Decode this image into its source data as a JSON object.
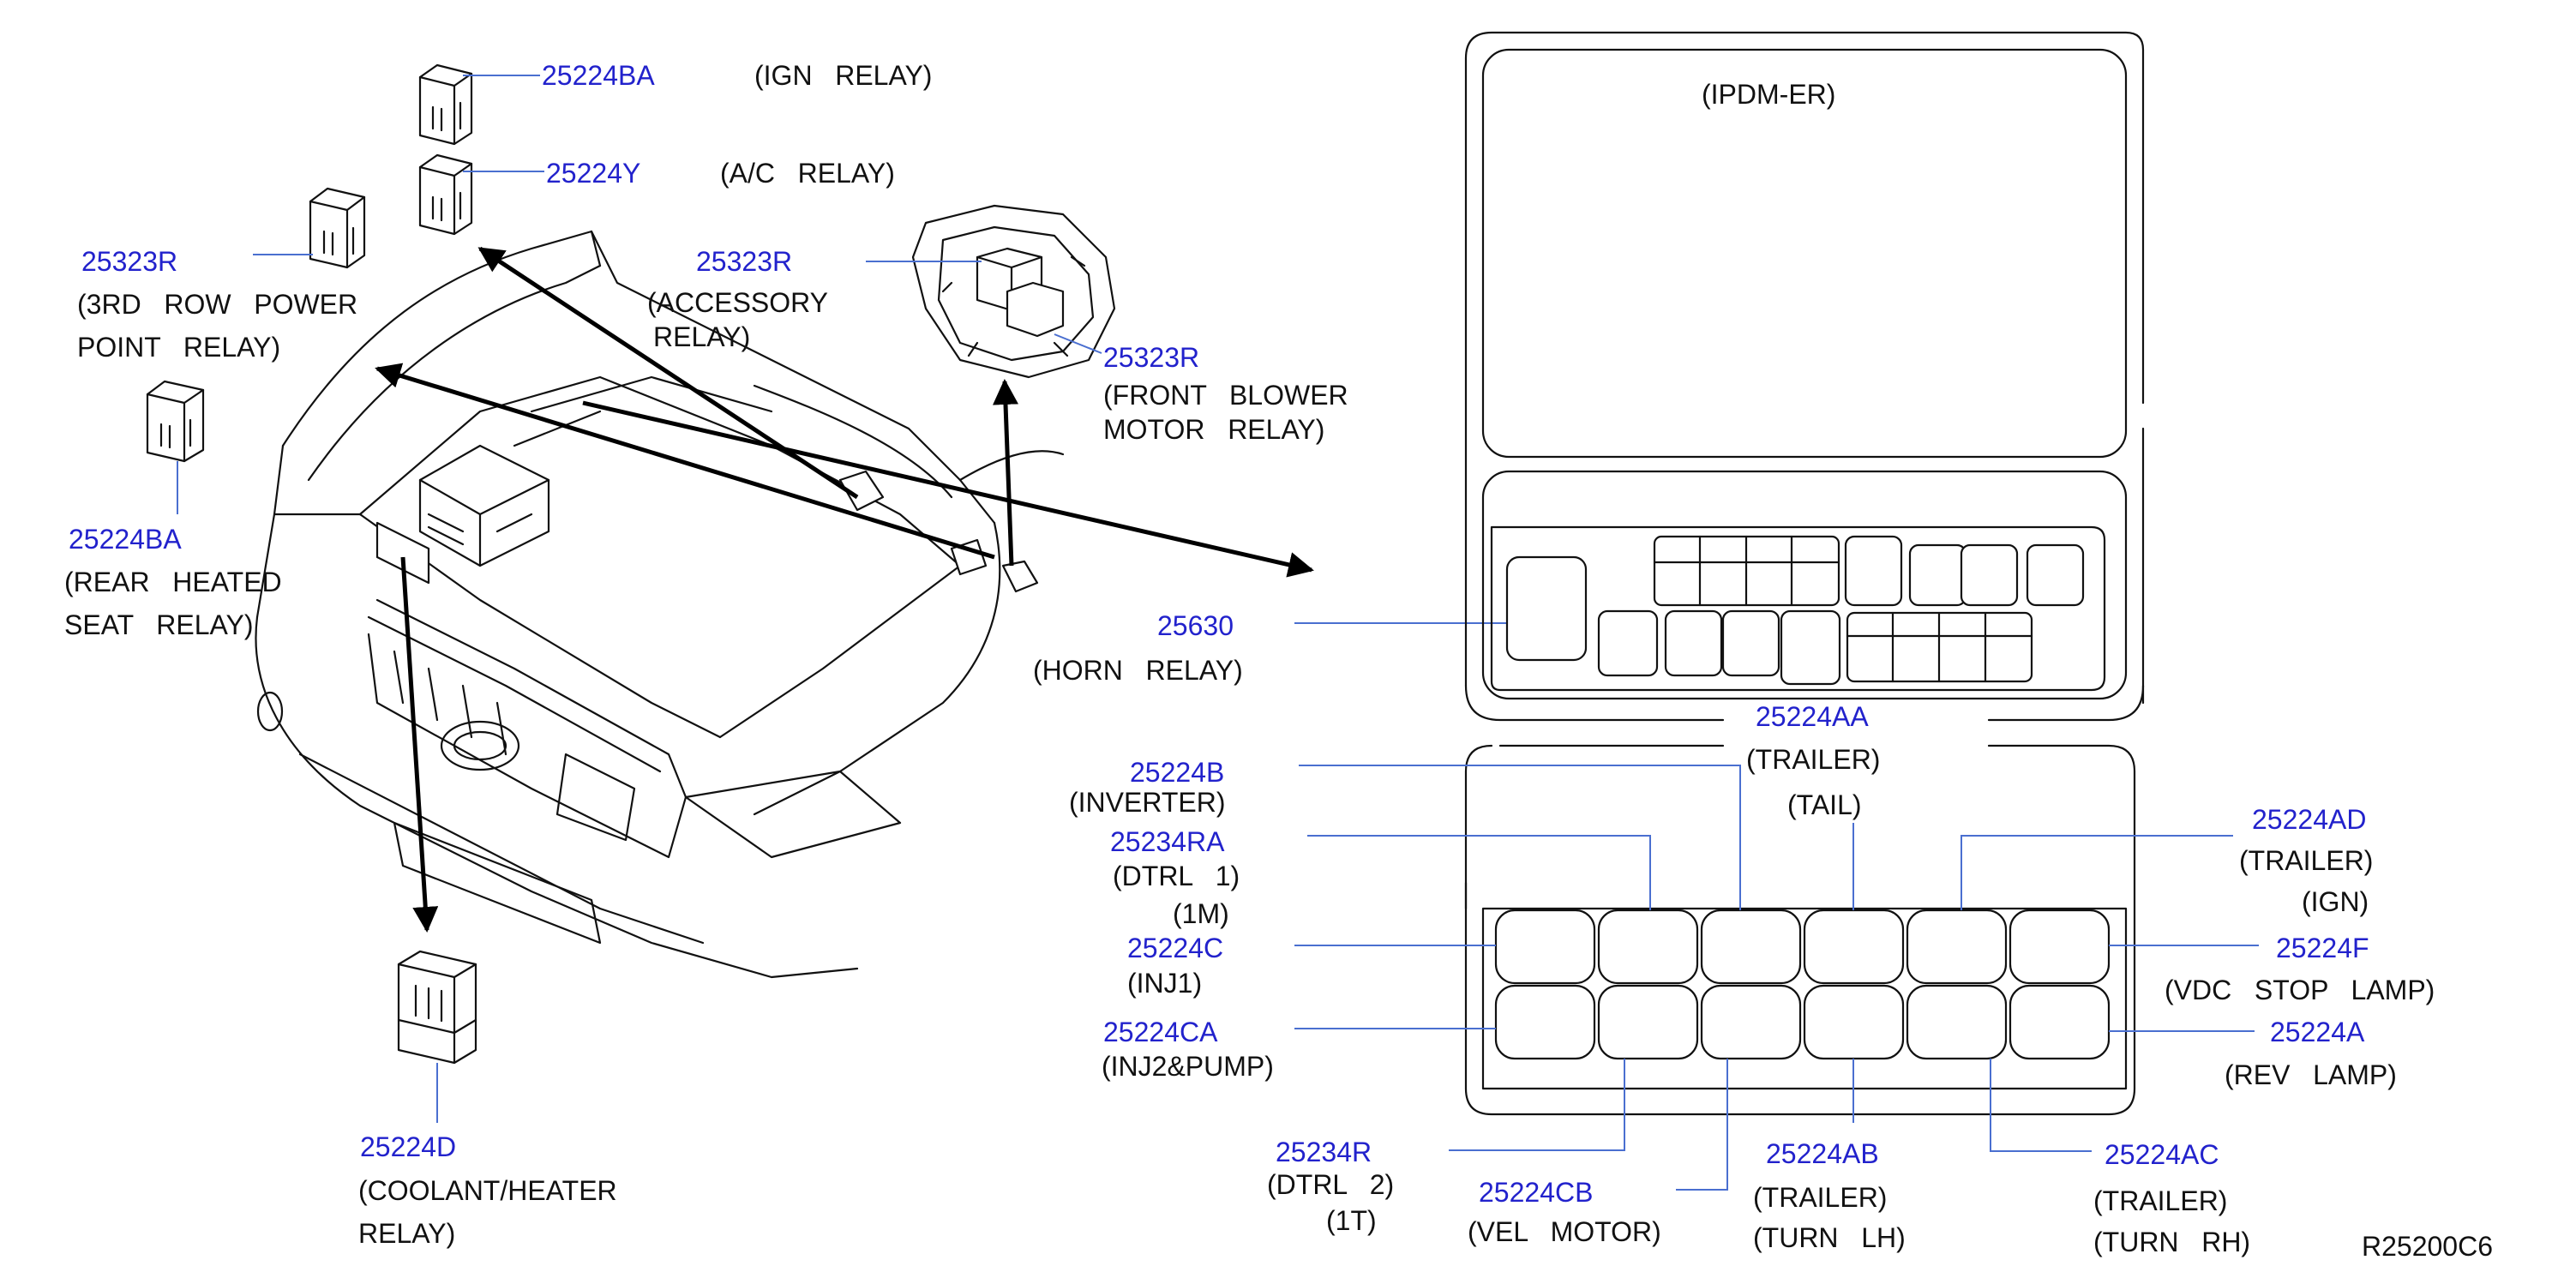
{
  "diagram": {
    "reference_code": "R25200C6",
    "ipdm_label": "(IPDM-ER)",
    "callouts": {
      "ign_relay": {
        "part": "25224BA",
        "desc": [
          "(IGN   RELAY)"
        ]
      },
      "ac_relay": {
        "part": "25224Y",
        "desc": [
          "(A/C   RELAY)"
        ]
      },
      "third_row_power_point_relay": {
        "part": "25323R",
        "desc": [
          "(3RD   ROW   POWER",
          "POINT   RELAY)"
        ]
      },
      "accessory_relay": {
        "part": "25323R",
        "desc": [
          "(ACCESSORY",
          "RELAY)"
        ]
      },
      "front_blower_motor_relay": {
        "part": "25323R",
        "desc": [
          "(FRONT   BLOWER",
          "MOTOR   RELAY)"
        ]
      },
      "rear_heated_seat_relay": {
        "part": "25224BA",
        "desc": [
          "(REAR   HEATED",
          "SEAT   RELAY)"
        ]
      },
      "horn_relay": {
        "part": "25630",
        "desc": [
          "(HORN   RELAY)"
        ]
      },
      "coolant_heater_relay": {
        "part": "25224D",
        "desc": [
          "(COOLANT/HEATER",
          "RELAY)"
        ]
      },
      "trailer_tail": {
        "part": "25224AA",
        "desc": [
          "(TRAILER)",
          "(TAIL)"
        ]
      },
      "inverter": {
        "part": "25224B",
        "desc": [
          "(INVERTER)"
        ]
      },
      "dtrl1": {
        "part": "25234RA",
        "desc": [
          "(DTRL   1)",
          "(1M)"
        ]
      },
      "inj1": {
        "part": "25224C",
        "desc": [
          "(INJ1)"
        ]
      },
      "inj2_pump": {
        "part": "25224CA",
        "desc": [
          "(INJ2&PUMP)"
        ]
      },
      "dtrl2": {
        "part": "25234R",
        "desc": [
          "(DTRL   2)",
          "(1T)"
        ]
      },
      "vel_motor": {
        "part": "25224CB",
        "desc": [
          "(VEL   MOTOR)"
        ]
      },
      "trailer_turn_lh": {
        "part": "25224AB",
        "desc": [
          "(TRAILER)",
          "(TURN   LH)"
        ]
      },
      "trailer_turn_rh": {
        "part": "25224AC",
        "desc": [
          "(TRAILER)",
          "(TURN   RH)"
        ]
      },
      "trailer_ign": {
        "part": "25224AD",
        "desc": [
          "(TRAILER)",
          "(IGN)"
        ]
      },
      "vdc_stop_lamp": {
        "part": "25224F",
        "desc": [
          "(VDC   STOP   LAMP)"
        ]
      },
      "rev_lamp": {
        "part": "25224A",
        "desc": [
          "(REV   LAMP)"
        ]
      }
    }
  },
  "colors": {
    "part_number": "#2222cc",
    "leader_line": "#4a6fd0",
    "ink": "#111111"
  }
}
